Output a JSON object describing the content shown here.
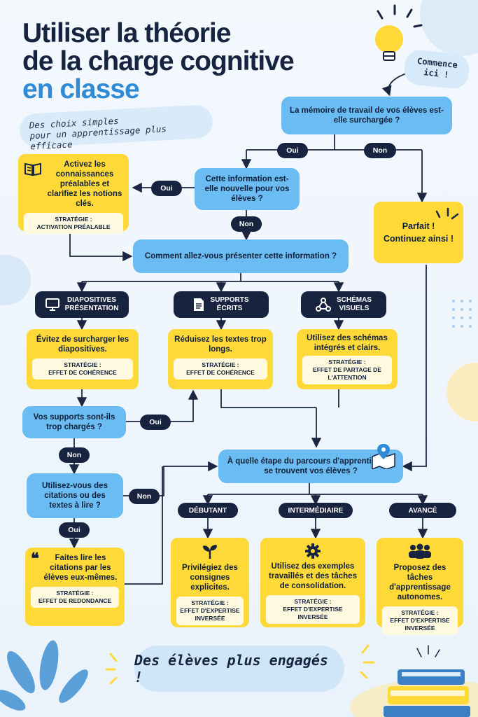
{
  "title": {
    "line1": "Utiliser la théorie",
    "line2": "de la charge cognitive",
    "line3": "en classe"
  },
  "subtitle": {
    "line1": "Des choix simples",
    "line2": "pour un apprentissage plus efficace"
  },
  "start_note": {
    "line1": "Commence",
    "line2": "ici !"
  },
  "q1": "La mémoire de travail de vos élèves est-elle surchargée ?",
  "yes": "Oui",
  "no": "Non",
  "q2": "Cette information est-elle nouvelle pour vos élèves ?",
  "perfect": {
    "line1": "Parfait !",
    "line2": "Continuez ainsi !"
  },
  "activate": {
    "text": "Activez les connaissances préalables et clarifiez les notions clés.",
    "strategy_label": "STRATÉGIE :",
    "strategy": "ACTIVATION PRÉALABLE"
  },
  "q3": "Comment allez-vous présenter cette information ?",
  "formats": [
    {
      "line1": "DIAPOSITIVES",
      "line2": "PRÉSENTATION",
      "icon": "monitor-icon"
    },
    {
      "line1": "SUPPORTS",
      "line2": "ÉCRITS",
      "icon": "document-icon"
    },
    {
      "line1": "SCHÉMAS",
      "line2": "VISUELS",
      "icon": "nodes-icon"
    }
  ],
  "format_tips": [
    {
      "text": "Évitez de surcharger les diapositives.",
      "strategy_label": "STRATÉGIE :",
      "strategy": "EFFET DE COHÉRENCE"
    },
    {
      "text": "Réduisez les textes trop longs.",
      "strategy_label": "STRATÉGIE :",
      "strategy": "EFFET DE COHÉRENCE"
    },
    {
      "text": "Utilisez des schémas intégrés et clairs.",
      "strategy_label": "STRATÉGIE :",
      "strategy": "EFFET DE PARTAGE DE L'ATTENTION"
    }
  ],
  "q4": "Vos supports sont-ils trop chargés ?",
  "q5": "Utilisez-vous des citations ou des textes à lire ?",
  "quotes_tip": {
    "text": "Faites lire les citations par les élèves eux-mêmes.",
    "strategy_label": "STRATÉGIE :",
    "strategy": "EFFET DE REDONDANCE"
  },
  "q6": "À quelle étape du parcours d'apprentissage se trouvent vos élèves ?",
  "stages": [
    "DÉBUTANT",
    "INTERMÉDIAIRE",
    "AVANCÉ"
  ],
  "stage_tips": [
    {
      "text": "Privilégiez des consignes explicites.",
      "strategy_label": "STRATÉGIE :",
      "strategy": "EFFET D'EXPERTISE INVERSÉE",
      "icon": "sprout-icon"
    },
    {
      "text": "Utilisez des exemples travaillés et des tâches de consolidation.",
      "strategy_label": "STRATÉGIE :",
      "strategy": "EFFET D'EXPERTISE INVERSÉE",
      "icon": "gear-icon"
    },
    {
      "text": "Proposez des tâches d'apprentissage autonomes.",
      "strategy_label": "STRATÉGIE :",
      "strategy": "EFFET D'EXPERTISE INVERSÉE",
      "icon": "group-icon"
    }
  ],
  "footer": "Des élèves plus engagés !",
  "colors": {
    "accent_blue": "#6bbcf2",
    "accent_yellow": "#ffd938",
    "navy": "#17233f",
    "title_blue": "#2f8bd6"
  }
}
